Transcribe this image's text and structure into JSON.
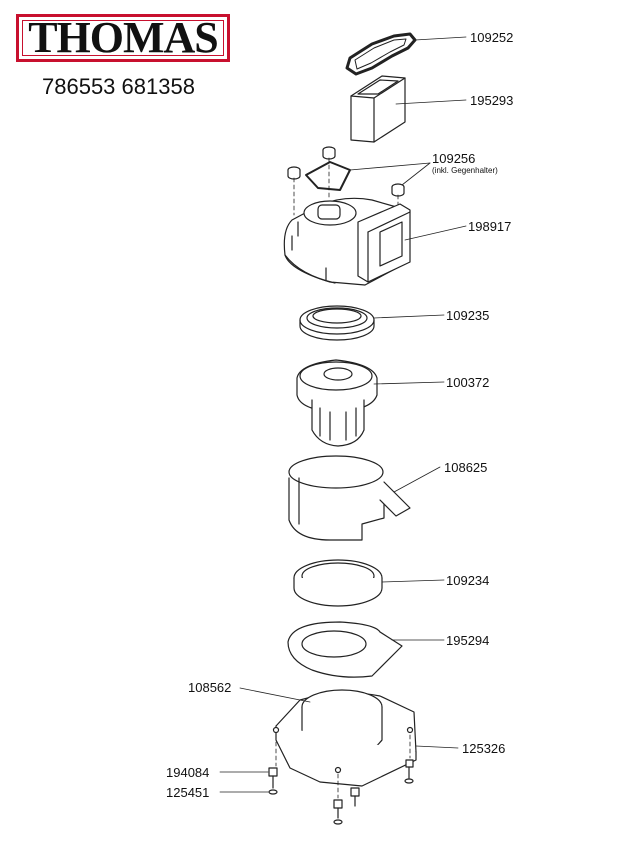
{
  "brand": {
    "logo_text": "THOMAS",
    "logo_color": "#c8102e"
  },
  "header": {
    "article_numbers": "786553 681358"
  },
  "parts": [
    {
      "id": "p109252",
      "number": "109252"
    },
    {
      "id": "p195293",
      "number": "195293"
    },
    {
      "id": "p109256",
      "number": "109256",
      "note": "(inkl. Gegenhalter)"
    },
    {
      "id": "p198917",
      "number": "198917"
    },
    {
      "id": "p109235",
      "number": "109235"
    },
    {
      "id": "p100372",
      "number": "100372"
    },
    {
      "id": "p108625",
      "number": "108625"
    },
    {
      "id": "p109234",
      "number": "109234"
    },
    {
      "id": "p195294",
      "number": "195294"
    },
    {
      "id": "p108562",
      "number": "108562"
    },
    {
      "id": "p125326",
      "number": "125326"
    },
    {
      "id": "p194084",
      "number": "194084"
    },
    {
      "id": "p125451",
      "number": "125451"
    }
  ]
}
